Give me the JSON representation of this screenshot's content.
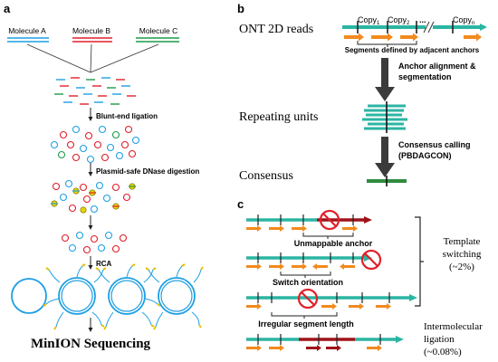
{
  "panel_a": {
    "label": "a",
    "molecules": [
      {
        "name": "Molecule A",
        "color": "#1e9fe3"
      },
      {
        "name": "Molecule B",
        "color": "#e0202a"
      },
      {
        "name": "Molecule C",
        "color": "#1f9a4a"
      }
    ],
    "steps": [
      "Blunt-end ligation",
      "Plasmid-safe DNase digestion",
      "RCA"
    ],
    "final": "MinION Sequencing"
  },
  "panel_b": {
    "label": "b",
    "row_labels": [
      "ONT 2D reads",
      "Repeating units",
      "Consensus"
    ],
    "copies": [
      {
        "base": "Copy",
        "sub": "1"
      },
      {
        "base": "Copy",
        "sub": "2"
      },
      {
        "base": "Copy",
        "sub": "n"
      }
    ],
    "ellipsis": "...",
    "segments_note": "Segments defined by adjacent anchors",
    "step1": [
      "Anchor alignment &",
      "segmentation"
    ],
    "step2": [
      "Consensus calling",
      "(PBDAGCON)"
    ]
  },
  "panel_c": {
    "label": "c",
    "annotations": [
      "Unmappable anchor",
      "Switch orientation",
      "Irregular segment length"
    ],
    "template_switching": [
      "Template",
      "switching",
      "(~2%)"
    ],
    "intermolecular": [
      "Intermolecular",
      "ligation",
      "(~0.08%)"
    ]
  },
  "colors": {
    "teal": "#2bb5a3",
    "orange": "#f28a1e",
    "dark_red": "#9e1218",
    "consensus_green": "#2e8b3e",
    "blue": "#1e9fe3",
    "red": "#e0202a",
    "green": "#1f9a4a"
  }
}
